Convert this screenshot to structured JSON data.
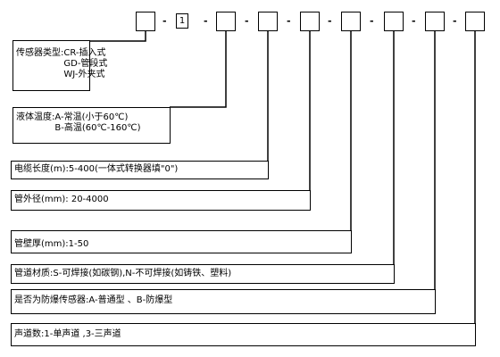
{
  "model_code": {
    "fixed_value": "1",
    "separator": "-"
  },
  "fields": [
    {
      "id": "sensor_type",
      "label": "传感器类型:",
      "options": [
        "CR-插入式",
        "GD-管段式",
        "WJ-外夹式"
      ]
    },
    {
      "id": "liquid_temp",
      "label": "液体温度:",
      "options": [
        "A-常温(小于60℃)",
        "B-高温(60℃-160℃)"
      ]
    },
    {
      "id": "cable_length",
      "text": "电缆长度(m):5-400(一体式转换器填\"0\")"
    },
    {
      "id": "pipe_od",
      "text": "管外径(mm): 20-4000"
    },
    {
      "id": "wall_thickness",
      "text": "管壁厚(mm):1-50"
    },
    {
      "id": "pipe_material",
      "text": "管道材质:S-可焊接(如碳钢),N-不可焊接(如铸铁、塑料)"
    },
    {
      "id": "explosion_proof",
      "text": "是否为防爆传感器:A-普通型 、B-防爆型"
    },
    {
      "id": "channels",
      "text": "声道数:1-单声道 ,3-三声道"
    }
  ]
}
